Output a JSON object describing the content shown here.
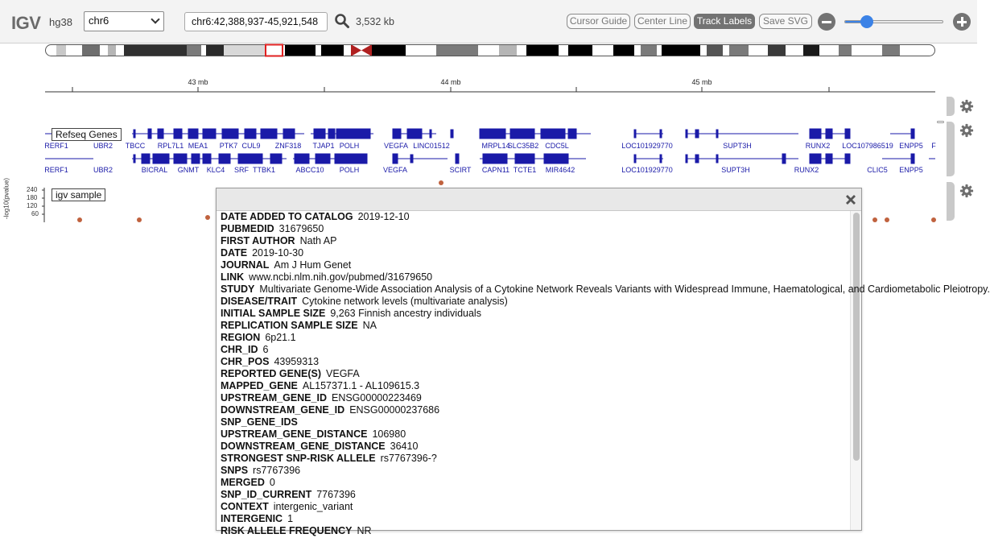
{
  "navbar": {
    "logo": "IGV",
    "genome": "hg38",
    "chromosome": "chr6",
    "locus": "chr6:42,388,937-45,921,548",
    "window_size": "3,532 kb",
    "buttons": {
      "cursor_guide": "Cursor Guide",
      "center_line": "Center Line",
      "track_labels": "Track Labels",
      "save_svg": "Save SVG"
    },
    "zoom_level": 0.22
  },
  "ruler": {
    "ticks": [
      "43 mb",
      "44 mb",
      "45 mb"
    ]
  },
  "tracks": {
    "refseq_label": "Refseq Genes",
    "gwas_label": "igv sample",
    "gwas_axis_label": "-log10(pvalue)",
    "gwas_axis_ticks": [
      "240",
      "180",
      "120",
      "60"
    ],
    "genes_row1": [
      "RERF1",
      "UBR2",
      "TBCC",
      "RPL7L1",
      "MEA1",
      "PTK7",
      "CUL9",
      "ZNF318",
      "TJAP1",
      "POLH",
      "VEGFA",
      "LINC01512",
      "MRPL14",
      "SLC35B2",
      "CDC5L",
      "LOC101929770",
      "SUPT3H",
      "RUNX2",
      "LOC107986519",
      "ENPP5",
      "F"
    ],
    "genes_row2": [
      "RERF1",
      "UBR2",
      "BICRAL",
      "GNMT",
      "KLC4",
      "SRF",
      "TTBK1",
      "ABCC10",
      "POLH",
      "VEGFA",
      "SCIRT",
      "CAPN11",
      "TCTE1",
      "MIR4642",
      "LOC101929770",
      "SUPT3H",
      "RUNX2",
      "CLIC5",
      "ENPP5"
    ]
  },
  "popup": {
    "rows": [
      {
        "key": "DATE ADDED TO CATALOG",
        "value": "2019-12-10"
      },
      {
        "key": "PUBMEDID",
        "value": "31679650"
      },
      {
        "key": "FIRST AUTHOR",
        "value": "Nath AP"
      },
      {
        "key": "DATE",
        "value": "2019-10-30"
      },
      {
        "key": "JOURNAL",
        "value": "Am J Hum Genet"
      },
      {
        "key": "LINK",
        "value": "www.ncbi.nlm.nih.gov/pubmed/31679650"
      },
      {
        "key": "STUDY",
        "value": "Multivariate Genome-Wide Association Analysis of a Cytokine Network Reveals Variants with Widespread Immune, Haematological, and Cardiometabolic Pleiotropy."
      },
      {
        "key": "DISEASE/TRAIT",
        "value": "Cytokine network levels (multivariate analysis)"
      },
      {
        "key": "INITIAL SAMPLE SIZE",
        "value": "9,263 Finnish ancestry individuals"
      },
      {
        "key": "REPLICATION SAMPLE SIZE",
        "value": "NA"
      },
      {
        "key": "REGION",
        "value": "6p21.1"
      },
      {
        "key": "CHR_ID",
        "value": "6"
      },
      {
        "key": "CHR_POS",
        "value": "43959313"
      },
      {
        "key": "REPORTED GENE(S)",
        "value": "VEGFA"
      },
      {
        "key": "MAPPED_GENE",
        "value": "AL157371.1 - AL109615.3"
      },
      {
        "key": "UPSTREAM_GENE_ID",
        "value": "ENSG00000223469"
      },
      {
        "key": "DOWNSTREAM_GENE_ID",
        "value": "ENSG00000237686"
      },
      {
        "key": "SNP_GENE_IDS",
        "value": ""
      },
      {
        "key": "UPSTREAM_GENE_DISTANCE",
        "value": "106980"
      },
      {
        "key": "DOWNSTREAM_GENE_DISTANCE",
        "value": "36410"
      },
      {
        "key": "STRONGEST SNP-RISK ALLELE",
        "value": "rs7767396-?"
      },
      {
        "key": "SNPS",
        "value": "rs7767396"
      },
      {
        "key": "MERGED",
        "value": "0"
      },
      {
        "key": "SNP_ID_CURRENT",
        "value": "7767396"
      },
      {
        "key": "CONTEXT",
        "value": "intergenic_variant"
      },
      {
        "key": "INTERGENIC",
        "value": "1"
      },
      {
        "key": "RISK ALLELE FREQUENCY",
        "value": "NR"
      }
    ]
  },
  "colors": {
    "gene": "#1a1aa8",
    "gwas_point": "#c0623e",
    "centromere": "#b02020",
    "ideogram_highlight": "#e02020",
    "slider": "#3b82e6"
  }
}
